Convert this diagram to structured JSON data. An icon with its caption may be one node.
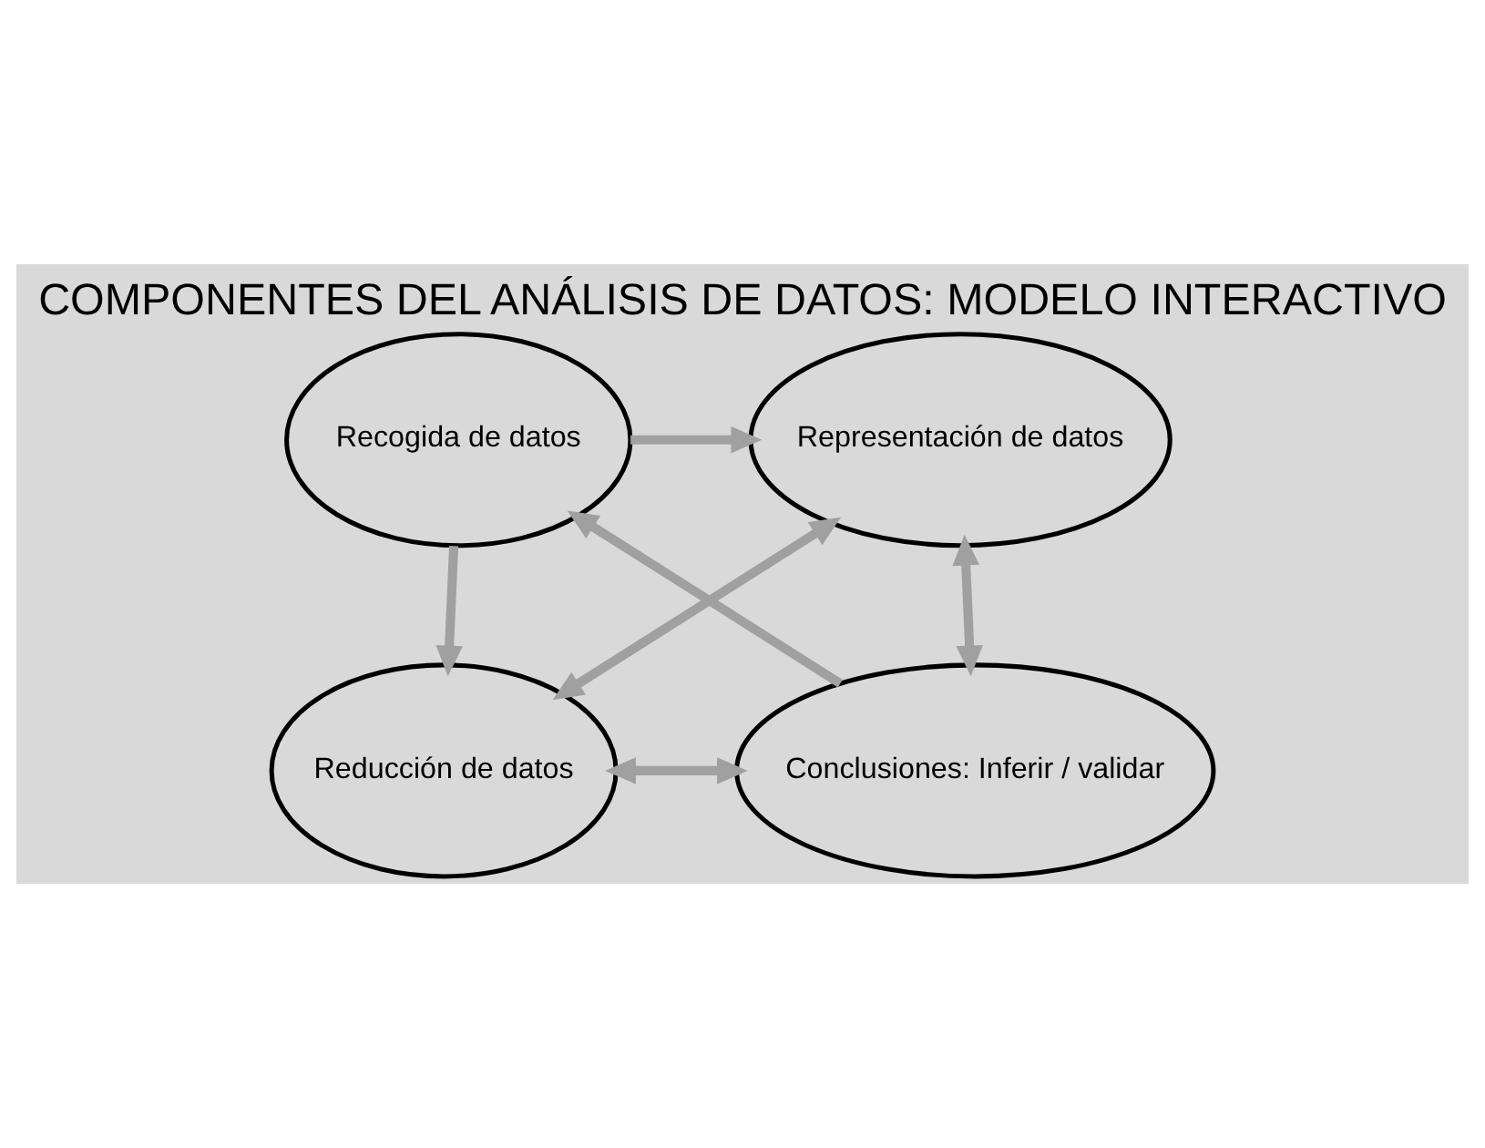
{
  "diagram": {
    "title": "COMPONENTES DEL ANÁLISIS DE DATOS: MODELO INTERACTIVO",
    "nodes": [
      {
        "text": [
          "Recogida de datos"
        ]
      },
      {
        "text": [
          "Representación de datos"
        ]
      },
      {
        "text": [
          "Reducción de datos"
        ]
      },
      {
        "text": [
          "Conclusiones: Inferir / validar"
        ]
      }
    ],
    "edges": [
      {
        "from": 0,
        "to": 1,
        "arrow": "to"
      },
      {
        "from": 0,
        "to": 2,
        "arrow": "to"
      },
      {
        "from": 1,
        "to": 2,
        "arrow": "both"
      },
      {
        "from": 1,
        "to": 3,
        "arrow": "both"
      },
      {
        "from": 2,
        "to": 3,
        "arrow": "both"
      },
      {
        "from": 3,
        "to": 0,
        "arrow": "to"
      }
    ]
  }
}
